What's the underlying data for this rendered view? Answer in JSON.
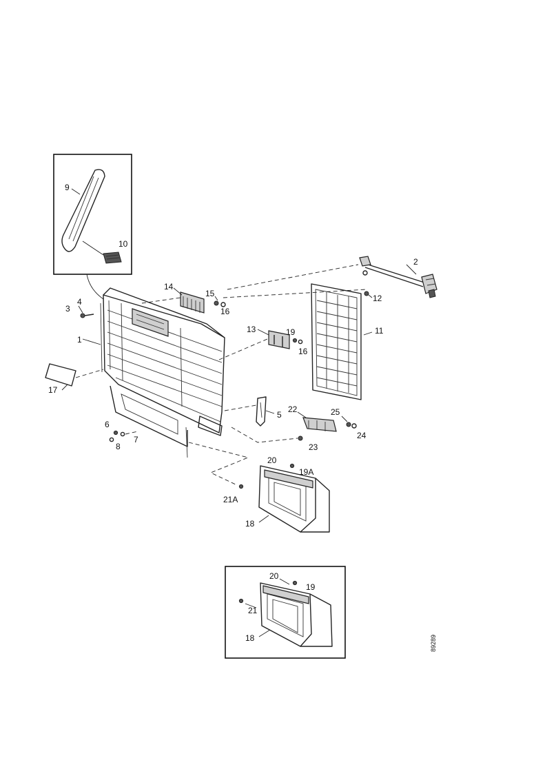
{
  "callouts": {
    "c1": "1",
    "c2": "2",
    "c3": "3",
    "c4": "4",
    "c5": "5",
    "c6": "6",
    "c7": "7",
    "c8": "8",
    "c9": "9",
    "c10": "10",
    "c11": "11",
    "c12": "12",
    "c13": "13",
    "c14": "14",
    "c15": "15",
    "c16a": "16",
    "c16b": "16",
    "c17": "17",
    "c18": "18",
    "c19": "19",
    "c19a": "19A",
    "c20": "20",
    "c21a": "21A",
    "c22": "22",
    "c23": "23",
    "c24": "24",
    "c25": "25"
  },
  "inset_callouts": {
    "c20": "20",
    "c19": "19",
    "c21": "21",
    "c18": "18"
  },
  "document_ref": "89289"
}
